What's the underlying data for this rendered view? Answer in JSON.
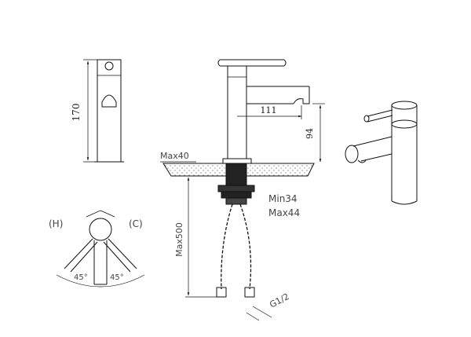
{
  "dimensions": {
    "height_170": "170",
    "spout_111": "111",
    "spout_height_94": "94",
    "deck_max": "Max40",
    "hole_min": "Min34",
    "hole_max": "Max44",
    "hose_max": "Max500",
    "thread": "G1/2"
  },
  "handle_diagram": {
    "hot": "(H)",
    "cold": "(C)",
    "angle_left": "45°",
    "angle_right": "45°"
  },
  "colors": {
    "line": "#111111",
    "label": "#444444"
  }
}
